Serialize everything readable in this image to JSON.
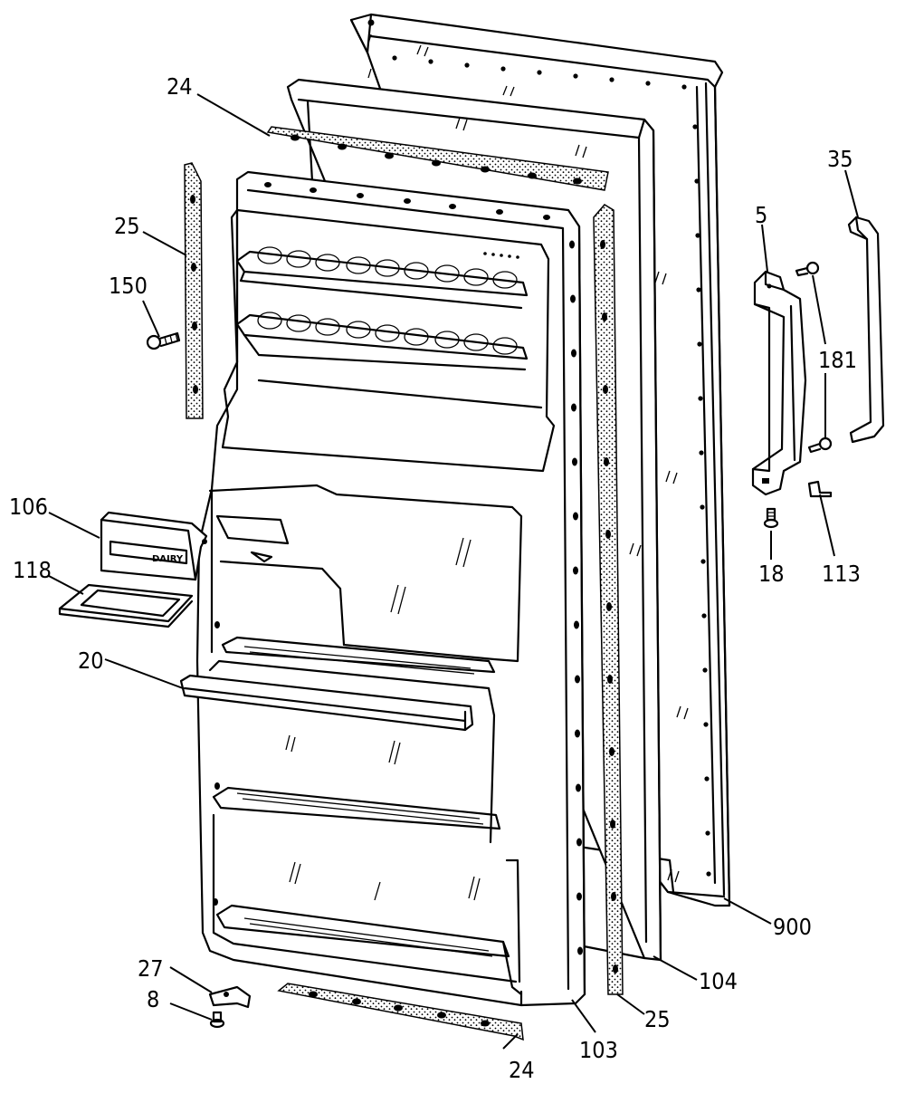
{
  "labels": {
    "p24_top": "24",
    "p25_left": "25",
    "p150": "150",
    "p106": "106",
    "p118": "118",
    "p20": "20",
    "p27": "27",
    "p8": "8",
    "p24_bottom": "24",
    "p103": "103",
    "p25_bottom": "25",
    "p104": "104",
    "p900": "900",
    "p35": "35",
    "p5": "5",
    "p181": "181",
    "p18": "18",
    "p113": "113"
  },
  "bin_label": "DAIRY"
}
